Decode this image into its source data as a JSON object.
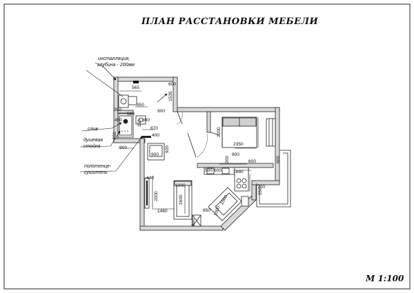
{
  "title": "ПЛАН  РАССТАНОВКИ  МЕБЕЛИ",
  "scale": "М 1:100",
  "notes": {
    "installation_line1": "инсталляция,",
    "installation_line2": "глубина - 200мм",
    "drain": "слив",
    "shower_line1": "душевая",
    "shower_line2": "стойка",
    "towel_line1": "полотенце-",
    "towel_line2": "сушитель"
  },
  "dimensions": {
    "d565": "565",
    "d600_top": "600",
    "d1535": "1535",
    "d350a": "350",
    "d350b": "350",
    "d560": "560",
    "d900_door": "900",
    "d800_bath": "800",
    "d150": "150",
    "d870": "870",
    "d450": "450",
    "d550": "550",
    "d400": "400",
    "d900_bath": "900",
    "d900_chair": "900",
    "d920": "920",
    "d2200": "2200",
    "d2350": "2350",
    "d200": "200",
    "d800_kitchen": "800",
    "d600_kitchen": "600",
    "d500": "500",
    "d600_mid": "600",
    "d1680": "1680",
    "d700": "700",
    "d600_balcony": "600",
    "d550_balcony": "550",
    "d440": "440",
    "d2000": "2000",
    "d1000": "1000",
    "d2600": "2600",
    "d1460": "1460",
    "d1500": "1500",
    "d850": "850",
    "d1000_b": "1000",
    "d800_bottom": "800"
  }
}
